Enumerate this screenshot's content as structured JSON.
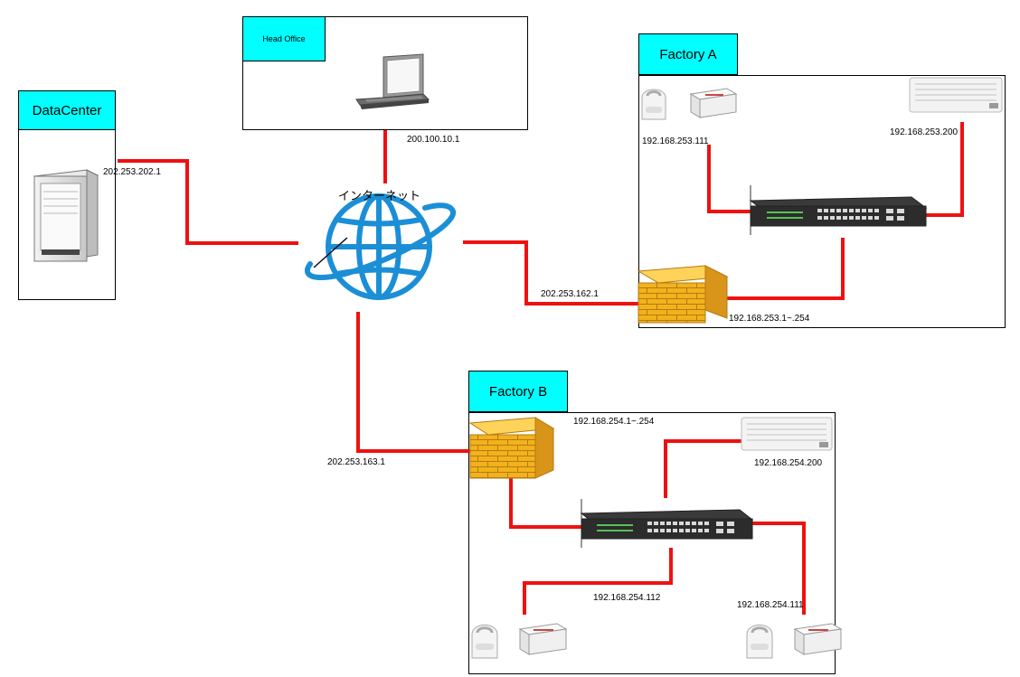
{
  "sites": {
    "datacenter": {
      "title": "DataCenter"
    },
    "head_office": {
      "title": "Head Office"
    },
    "factory_a": {
      "title": "Factory A"
    },
    "factory_b": {
      "title": "Factory B"
    }
  },
  "internet": {
    "label": "インターネット"
  },
  "addresses": {
    "datacenter_wan": "202.253.202.1",
    "head_office_wan": "200.100.10.1",
    "factory_a_wan": "202.253.162.1",
    "factory_b_wan": "202.253.163.1",
    "factory_a_sensor": "192.168.253.111",
    "factory_a_ac": "192.168.253.200",
    "factory_a_range": "192.168.253.1~.254",
    "factory_b_range": "192.168.254.1~.254",
    "factory_b_ac": "192.168.254.200",
    "factory_b_sensor_left": "192.168.254.112",
    "factory_b_sensor_right": "192.168.254.111"
  },
  "colors": {
    "link": "#ee1111",
    "tag": "#00ffff",
    "globe": "#1b8fd6",
    "brick": "#f2b21d"
  }
}
